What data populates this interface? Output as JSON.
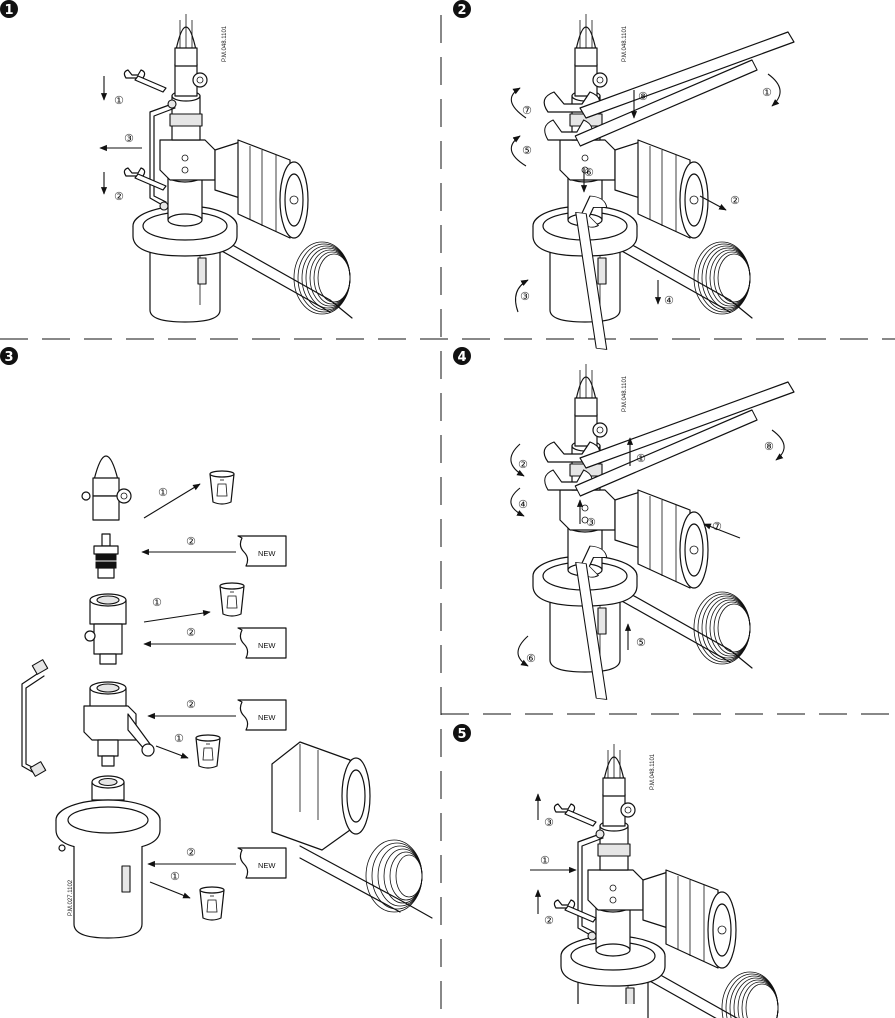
{
  "panels": [
    {
      "badge": "1",
      "ref": "P.M.048.1101",
      "steps": {
        "s1": "①",
        "s2": "②",
        "s3": "③"
      }
    },
    {
      "badge": "2",
      "ref": "P.M.048.1101",
      "steps": {
        "s1": "①",
        "s2": "②",
        "s3": "③",
        "s4": "④",
        "s5": "⑤",
        "s6": "⑥",
        "s7": "⑦",
        "s8": "⑧"
      }
    },
    {
      "badge": "3",
      "ref": "P.M.027.1102",
      "steps": {
        "a1": "①",
        "a2": "②",
        "b1": "①",
        "b2": "②",
        "c2": "②",
        "c1": "①",
        "d2": "②",
        "d1": "①"
      },
      "new_label": "NEW"
    },
    {
      "badge": "4",
      "ref": "P.M.048.1101",
      "steps": {
        "s1": "①",
        "s2": "②",
        "s3": "③",
        "s4": "④",
        "s5": "⑤",
        "s6": "⑥",
        "s7": "⑦",
        "s8": "⑧"
      }
    },
    {
      "badge": "5",
      "ref": "P.M.048.1101",
      "steps": {
        "s1": "①",
        "s2": "②",
        "s3": "③"
      }
    }
  ],
  "icons": {
    "badge": "filled-circle-badge",
    "wrench": "open-end-wrench-icon",
    "bin": "recycle-bin-icon",
    "new_part": "new-part-card-icon"
  }
}
